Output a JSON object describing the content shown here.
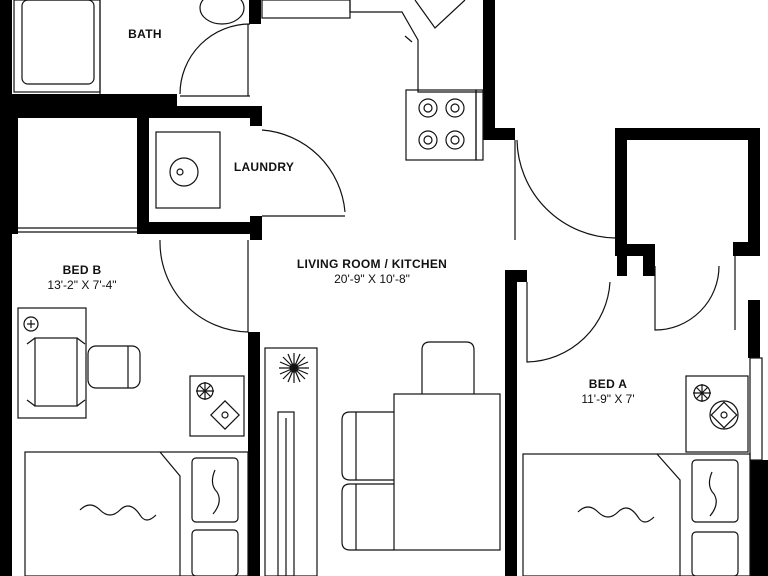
{
  "plan": {
    "rooms": [
      {
        "id": "bath",
        "name": "BATH",
        "dimensions": ""
      },
      {
        "id": "laundry",
        "name": "LAUNDRY",
        "dimensions": ""
      },
      {
        "id": "living",
        "name": "LIVING ROOM / KITCHEN",
        "dimensions": "20'-9\" X 10'-8\""
      },
      {
        "id": "bed-b",
        "name": "BED B",
        "dimensions": "13'-2\" X 7'-4\""
      },
      {
        "id": "bed-a",
        "name": "BED A",
        "dimensions": "11'-9\" X 7'"
      }
    ]
  }
}
